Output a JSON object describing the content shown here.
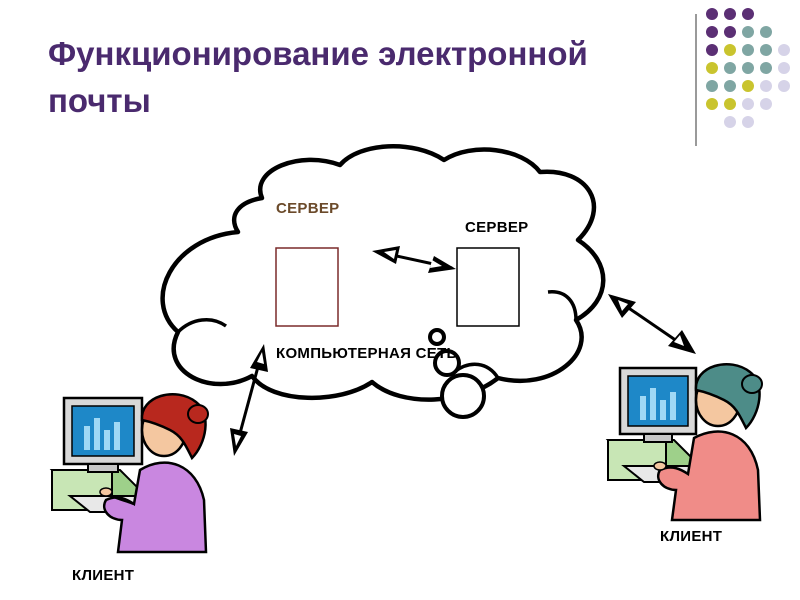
{
  "slide": {
    "title": "Функционирование электронной почты"
  },
  "diagram": {
    "server_left_label": "СЕРВЕР",
    "server_right_label": "СЕРВЕР",
    "network_label": "КОМПЬЮТЕРНАЯ СЕТЬ",
    "client_left_label": "КЛИЕНТ",
    "client_right_label": "КЛИЕНТ"
  },
  "colors": {
    "title": "#4a2a6e",
    "server_left_text": "#6b4a2a",
    "server_left_border": "#7a2a2a",
    "dot_purple": "#5b2f74",
    "dot_teal": "#7fa6a3",
    "dot_yellow": "#c9c42e",
    "dot_lavender": "#d6d3e8"
  },
  "decoration": {
    "dot_grid": [
      [
        "dot_purple",
        "dot_purple",
        "dot_purple",
        "",
        ""
      ],
      [
        "dot_purple",
        "dot_purple",
        "dot_teal",
        "dot_teal",
        ""
      ],
      [
        "dot_purple",
        "dot_yellow",
        "dot_teal",
        "dot_teal",
        "dot_lavender"
      ],
      [
        "dot_yellow",
        "dot_teal",
        "dot_teal",
        "dot_teal",
        "dot_lavender"
      ],
      [
        "dot_teal",
        "dot_teal",
        "dot_yellow",
        "dot_lavender",
        "dot_lavender"
      ],
      [
        "dot_yellow",
        "dot_yellow",
        "dot_lavender",
        "dot_lavender",
        ""
      ],
      [
        "",
        "dot_lavender",
        "dot_lavender",
        "",
        ""
      ]
    ]
  }
}
